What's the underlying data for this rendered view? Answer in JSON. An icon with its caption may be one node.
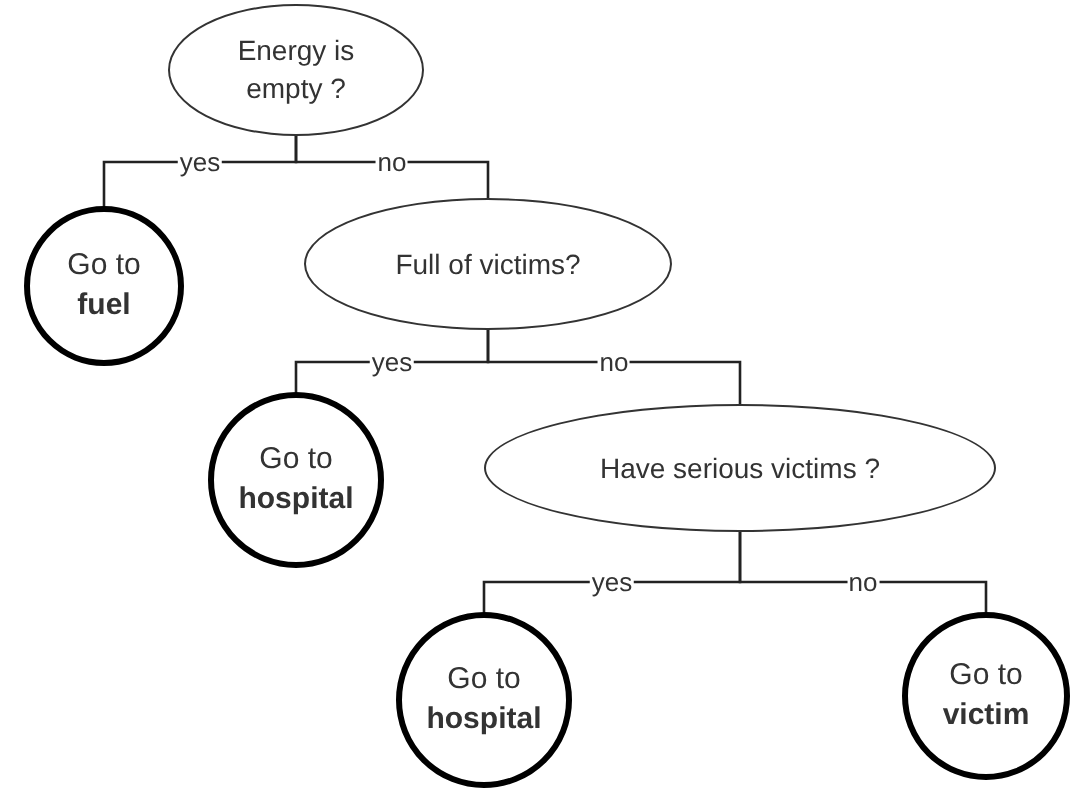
{
  "diagram": {
    "nodes": [
      {
        "text": [
          "Energy is empty ?"
        ]
      },
      {
        "text": [
          "Go to **fuel**"
        ]
      },
      {
        "text": [
          "Full of victims?"
        ]
      },
      {
        "text": [
          "Go to **hospital**"
        ]
      },
      {
        "text": [
          "Have serious victims ?"
        ]
      },
      {
        "text": [
          "Go to **hospital**"
        ]
      },
      {
        "text": [
          "Go to **victim**"
        ]
      }
    ],
    "edges": [
      {
        "from": 0,
        "to": 1,
        "arrow": "none",
        "label": "yes"
      },
      {
        "from": 0,
        "to": 2,
        "arrow": "none",
        "label": "no"
      },
      {
        "from": 2,
        "to": 3,
        "arrow": "none",
        "label": "yes"
      },
      {
        "from": 2,
        "to": 4,
        "arrow": "none",
        "label": "no"
      },
      {
        "from": 4,
        "to": 5,
        "arrow": "none",
        "label": "yes"
      },
      {
        "from": 4,
        "to": 6,
        "arrow": "none",
        "label": "no"
      }
    ]
  }
}
